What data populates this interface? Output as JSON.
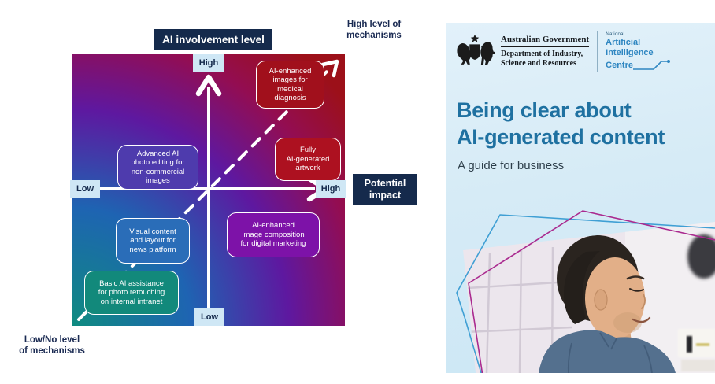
{
  "diagram": {
    "title": "AI involvement level",
    "vertical_axis": {
      "top": "High",
      "bottom": "Low"
    },
    "horizontal_axis": {
      "left": "Low",
      "right": "High",
      "label": "Potential\nimpact"
    },
    "diagonal_axis": {
      "top_label": "High level of\nmechanisms",
      "bottom_label": "Low/No level\nof mechanisms"
    },
    "bubbles": [
      {
        "label": "AI-enhanced\nimages for\nmedical\ndiagnosis",
        "color": "#a1101c"
      },
      {
        "label": "Fully\nAI-generated\nartwork",
        "color": "#ad1120"
      },
      {
        "label": "Advanced AI\nphoto editing for\nnon-commercial\nimages",
        "color": "#4e3bad"
      },
      {
        "label": "Visual content\nand layout for\nnews platform",
        "color": "#2a6db8"
      },
      {
        "label": "Basic AI assistance\nfor photo retouching\non internal intranet",
        "color": "#12897b"
      },
      {
        "label": "AI-enhanced\nimage composition\nfor digital marketing",
        "color": "#7d12a8"
      }
    ]
  },
  "cover": {
    "government_crest": {
      "title": "Australian Government",
      "dept_line1": "Department of Industry,",
      "dept_line2": "Science and Resources"
    },
    "naic": {
      "eyebrow": "National",
      "line1": "Artificial",
      "line2": "Intelligence",
      "line3": "Centre"
    },
    "title_line1": "Being clear about",
    "title_line2": "AI-generated content",
    "subtitle": "A guide for business"
  },
  "colors": {
    "navy": "#152a4c",
    "axis_label_bg": "#cfe7f5",
    "cover_title_blue": "#1f71a1",
    "naic_blue": "#2e86c1",
    "chart_gradient": [
      "#0f8b80",
      "#1e64b2",
      "#5e18a0",
      "#930d52",
      "#9c1019"
    ],
    "polygon_blue": "#3f9fd4",
    "polygon_magenta": "#aa2a8f"
  }
}
